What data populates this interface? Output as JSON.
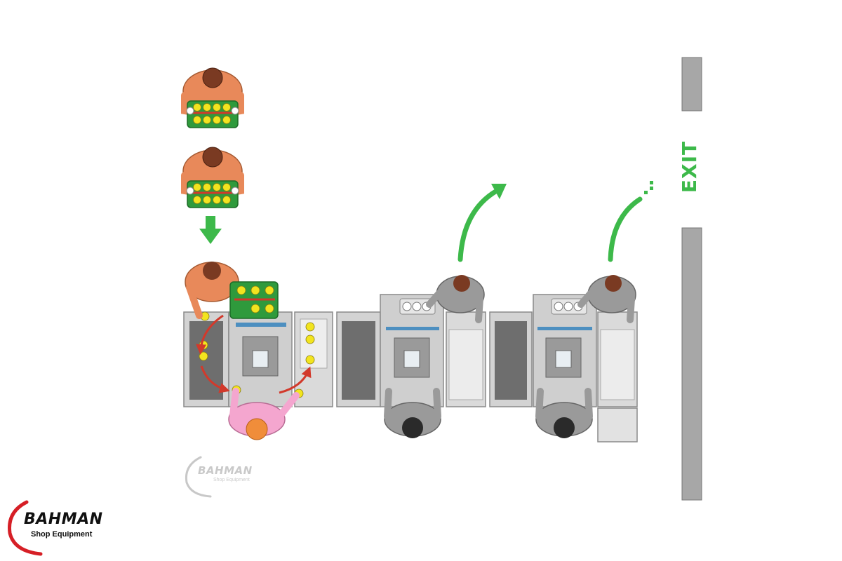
{
  "exit_sign": {
    "label": "EXIT"
  },
  "watermark": {
    "brand": "BAHMAN",
    "tagline": "Shop Equipment"
  },
  "logo": {
    "brand": "BAHMAN",
    "tagline": "Shop Equipment"
  },
  "colors": {
    "flow_arrow": "#3db94a",
    "transfer_arrow": "#d2392b",
    "item": "#f2e41f",
    "tray": "#2f9a3c",
    "customer_shirt": "#e8895a",
    "bagger_shirt": "#f4a6cf",
    "cashier_shirt": "#9a9a9a",
    "checkout_counter": "#d3d3d3",
    "conveyor_belt": "#6e6e6e",
    "wall": "#a7a7a7",
    "logo_swoosh": "#d61f26"
  },
  "icons": [
    "customer-icon",
    "shopping-basket-icon",
    "down-arrow-icon",
    "cashier-icon",
    "bagger-icon",
    "exit-arrow-icon",
    "checkout-counter-icon",
    "wall-icon"
  ]
}
